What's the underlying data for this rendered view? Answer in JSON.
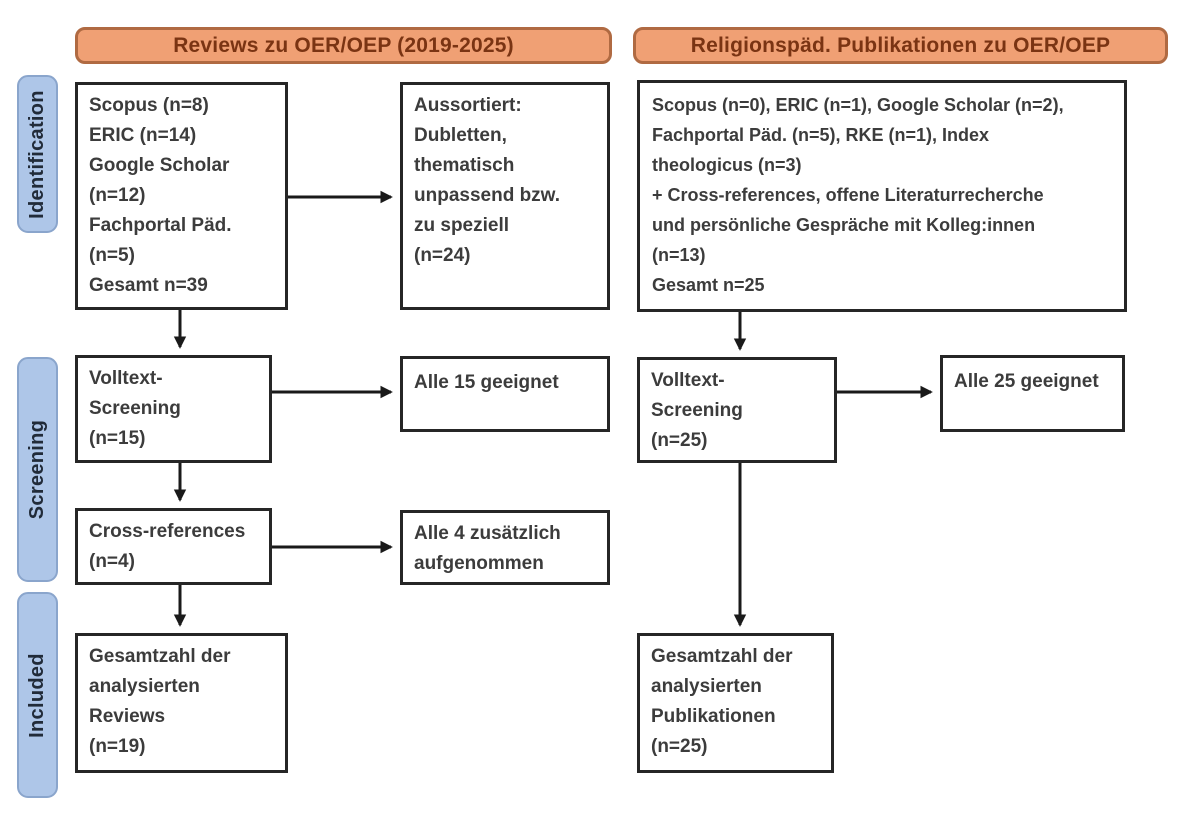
{
  "diagram": {
    "headers": {
      "left": "Reviews zu OER/OEP (2019-2025)",
      "right": "Religionspäd. Publikationen zu OER/OEP"
    },
    "stages": [
      "Identification",
      "Screening",
      "Included"
    ],
    "left_flow": {
      "sources": "Scopus (n=8)\nERIC (n=14)\nGoogle Scholar\n(n=12)\nFachportal Päd.\n(n=5)\nGesamt n=39",
      "excluded": "Aussortiert:\nDubletten,\nthematisch\nunpassend bzw.\nzu speziell\n(n=24)",
      "fulltext_screening": "Volltext-\nScreening\n(n=15)",
      "fulltext_result": "Alle 15 geeignet",
      "cross_references": "Cross-references\n(n=4)",
      "cross_references_result": "Alle 4 zusätzlich\naufgenommen",
      "included_total": "Gesamtzahl der\nanalysierten\nReviews\n(n=19)"
    },
    "right_flow": {
      "sources": "Scopus (n=0), ERIC (n=1), Google Scholar (n=2),\nFachportal Päd. (n=5), RKE (n=1), Index\ntheologicus (n=3)\n+ Cross-references, offene Literaturrecherche\nund persönliche Gespräche mit Kolleg:innen\n(n=13)\nGesamt n=25",
      "fulltext_screening": "Volltext-\nScreening\n(n=25)",
      "fulltext_result": "Alle 25 geeignet",
      "included_total": "Gesamtzahl der\nanalysierten\nPublikationen\n(n=25)"
    },
    "colors": {
      "header_fill": "#F0A074",
      "header_border": "#B06A42",
      "header_text": "#7A3413",
      "stage_fill": "#AEC6E8",
      "stage_border": "#8AA5CC",
      "stage_text": "#212B39",
      "box_border": "#262626",
      "box_text": "#3C3C3C",
      "arrow": "#1A1A1A",
      "background": "#FFFFFF"
    }
  }
}
